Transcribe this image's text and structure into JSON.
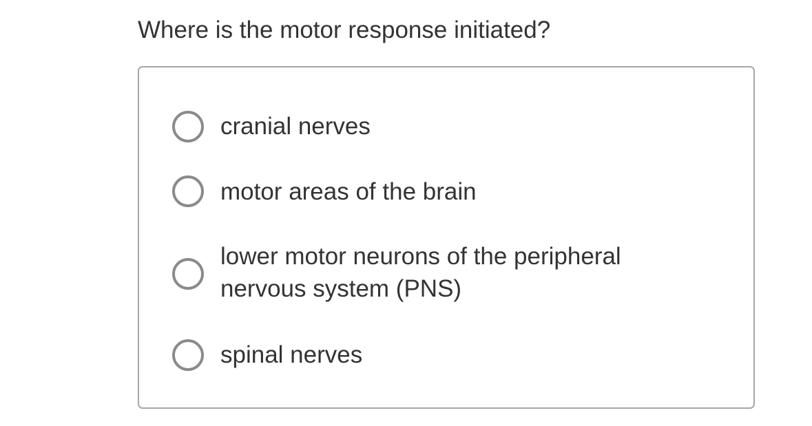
{
  "question": {
    "text": "Where is the motor response initiated?"
  },
  "options": [
    {
      "label": "cranial nerves",
      "selected": false
    },
    {
      "label": "motor areas of the brain",
      "selected": false
    },
    {
      "label_line1": "lower motor neurons of the peripheral",
      "label_line2": "nervous system (PNS)",
      "selected": false
    },
    {
      "label": "spinal nerves",
      "selected": false
    }
  ]
}
